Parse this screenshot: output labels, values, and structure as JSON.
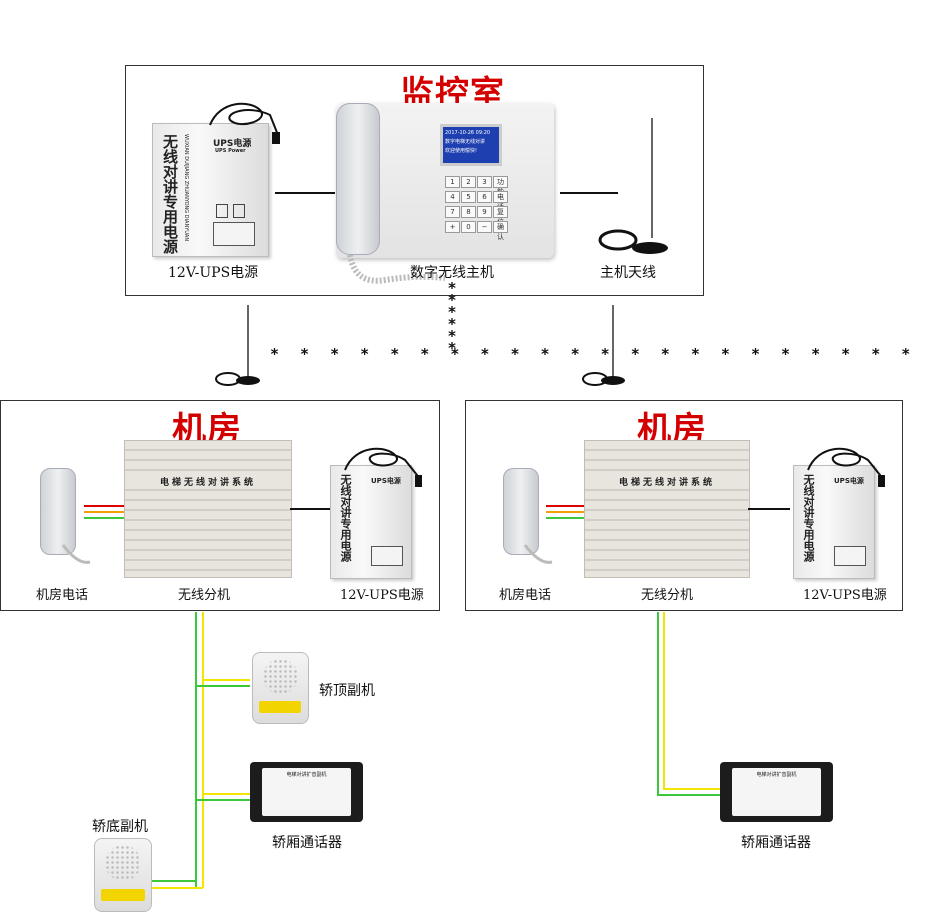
{
  "monitor_room": {
    "title": "监控室",
    "ups_label": "12V-UPS电源",
    "host_label": "数字无线主机",
    "antenna_label": "主机天线",
    "screen_lines": [
      "2017-10-26 09:20",
      "数字电梯无线对讲",
      "欢迎使用愉快!"
    ]
  },
  "ups_device": {
    "brand": "UPS电源",
    "brand_en": "UPS Power",
    "vertical_text": "无线对讲专用电源",
    "pinyin": "WUXIAN DUIJIANG ZHUANYONG DIANYUAN"
  },
  "keypad": [
    "1",
    "2",
    "3",
    "功能",
    "4",
    "5",
    "6",
    "电话",
    "7",
    "8",
    "9",
    "复位",
    "+",
    "0",
    "−",
    "确认"
  ],
  "machine_room_left": {
    "title": "机房",
    "phone_label": "机房电话",
    "unit_label": "无线分机",
    "unit_title": "电梯无线对讲系统",
    "ups_label": "12V-UPS电源"
  },
  "machine_room_right": {
    "title": "机房",
    "phone_label": "机房电话",
    "unit_label": "无线分机",
    "unit_title": "电梯无线对讲系统",
    "ups_label": "12V-UPS电源"
  },
  "devices": {
    "car_top_label": "轿顶副机",
    "car_bottom_label": "轿底副机",
    "car_intercom_label_left": "轿厢通话器",
    "car_intercom_label_right": "轿厢通话器",
    "intercom_face_title": "电梯对讲扩音副机"
  },
  "colors": {
    "title_red": "#d40000",
    "wire_yellow": "#f2e600",
    "wire_green": "#3cc83c",
    "wire_red": "#e00000",
    "wire_orange": "#f0a000"
  }
}
